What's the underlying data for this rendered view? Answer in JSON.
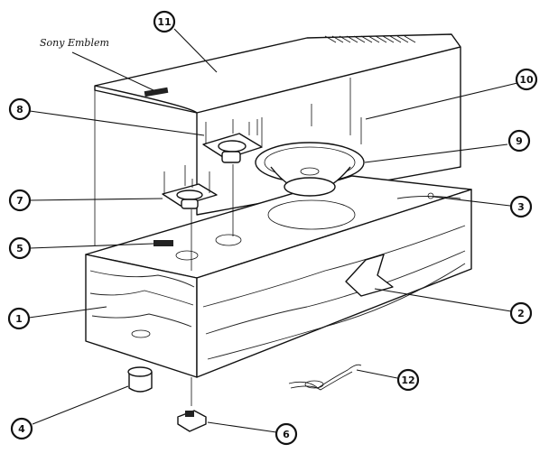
{
  "labels": {
    "emblem": "Sony Emblem"
  },
  "callouts": [
    {
      "id": "1",
      "text": "1"
    },
    {
      "id": "2",
      "text": "2"
    },
    {
      "id": "3",
      "text": "3"
    },
    {
      "id": "4",
      "text": "4"
    },
    {
      "id": "5",
      "text": "5"
    },
    {
      "id": "6",
      "text": "6"
    },
    {
      "id": "7",
      "text": "7"
    },
    {
      "id": "8",
      "text": "8"
    },
    {
      "id": "9",
      "text": "9"
    },
    {
      "id": "10",
      "text": "10"
    },
    {
      "id": "11",
      "text": "11"
    },
    {
      "id": "12",
      "text": "12"
    }
  ]
}
